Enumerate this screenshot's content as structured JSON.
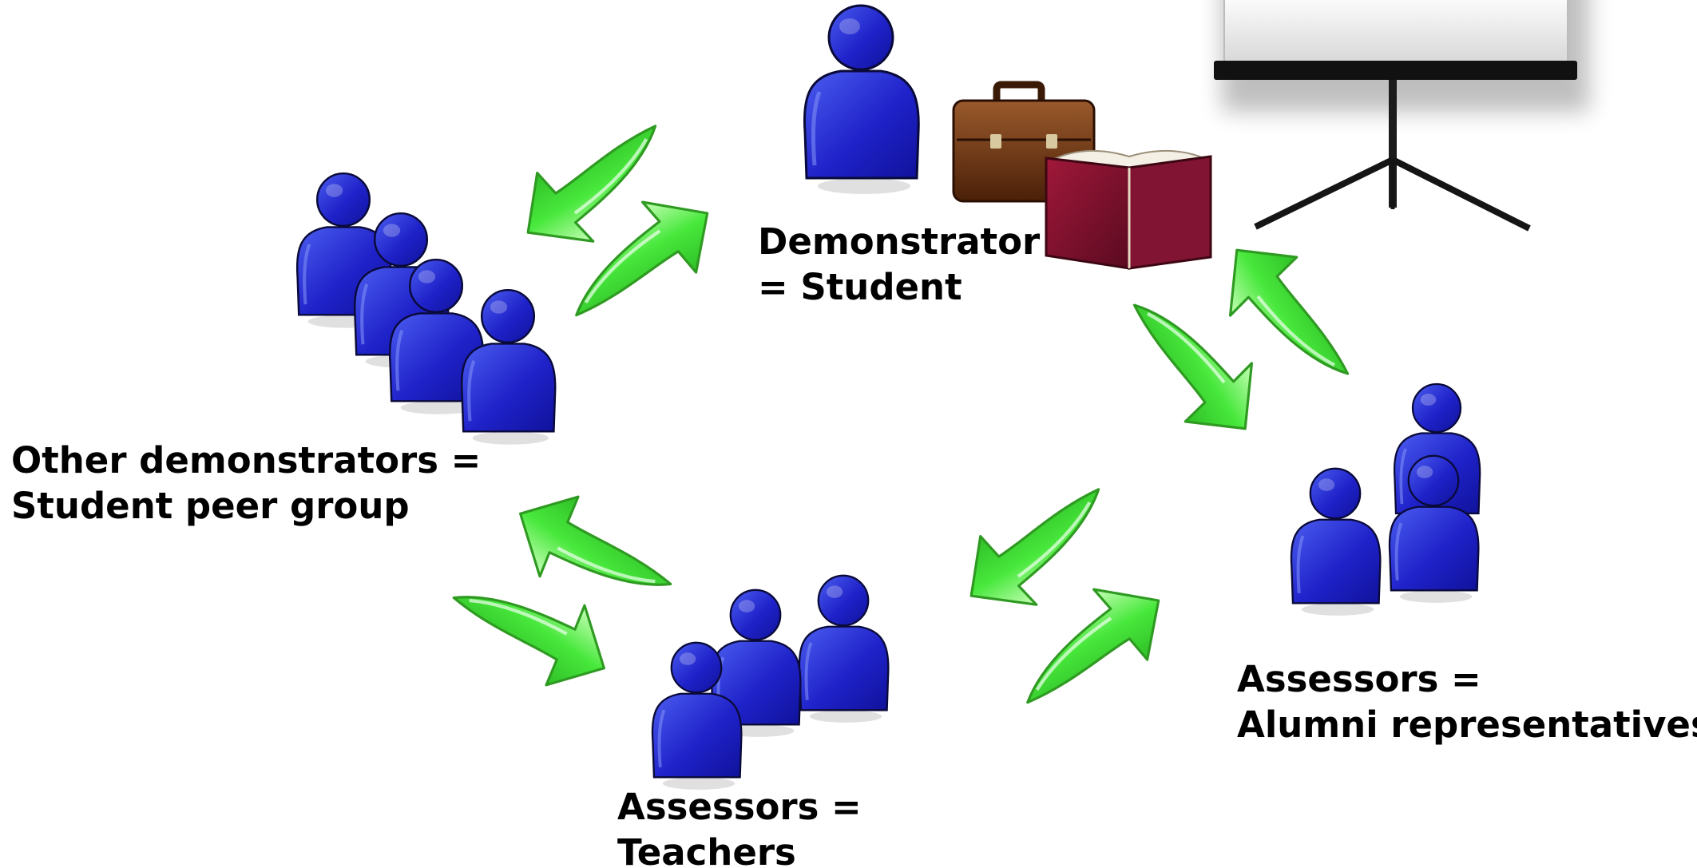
{
  "colors": {
    "person_fill": "#1d1fc7",
    "person_highlight": "#5a6cf0",
    "person_outline": "#0a0a3a",
    "arrow_fill": "#44e53a",
    "arrow_light": "#c8ffb8",
    "arrow_outline": "#2f9a22",
    "briefcase": "#6b3416",
    "book_cover": "#7a0f2a",
    "screen": "#eeeeee",
    "tripod": "#111111"
  },
  "icons": {
    "person": "person-icon",
    "arrow": "curved-arrow-icon",
    "briefcase": "briefcase-icon",
    "book": "open-book-icon",
    "screen": "projector-screen-icon"
  },
  "labels": {
    "demonstrator": {
      "line1": "Demonstrator",
      "line2": "= Student"
    },
    "peers": {
      "line1": "Other demonstrators =",
      "line2": "Student peer group"
    },
    "alumni": {
      "line1": "Assessors =",
      "line2": "Alumni representatives"
    },
    "teachers": {
      "line1": "Assessors =",
      "line2": "Teachers"
    }
  }
}
